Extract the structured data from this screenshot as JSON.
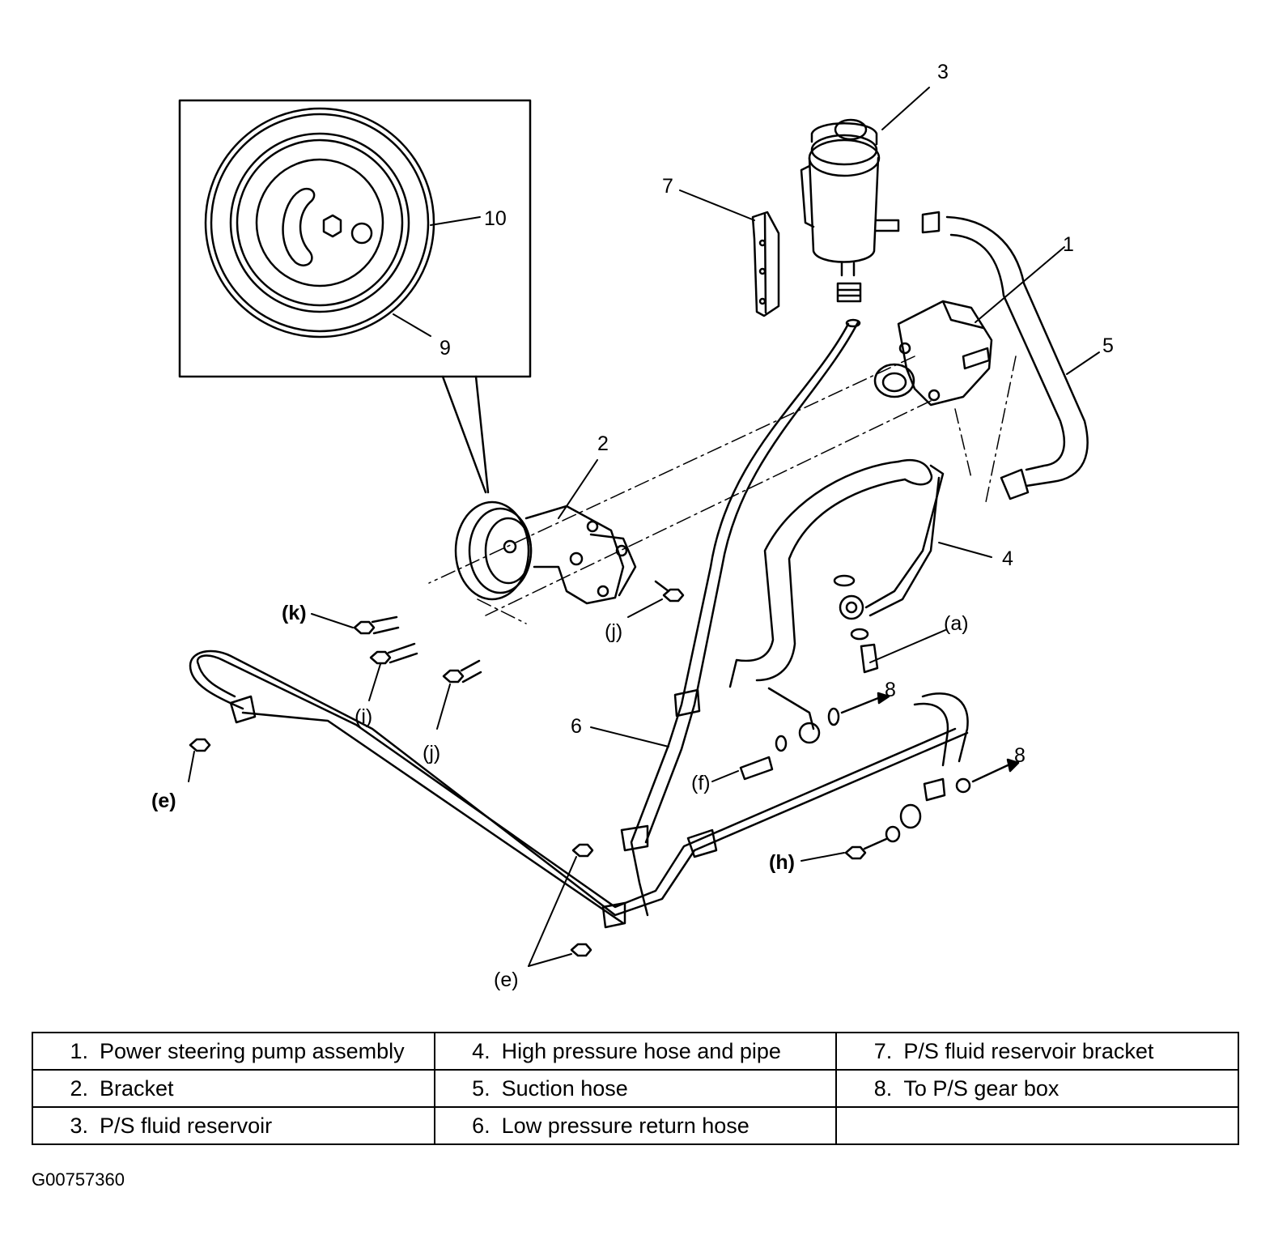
{
  "callouts": {
    "n1": "1",
    "n2": "2",
    "n3": "3",
    "n4": "4",
    "n5": "5",
    "n6": "6",
    "n7": "7",
    "n8a": "8",
    "n8b": "8",
    "n9": "9",
    "n10": "10",
    "a": "(a)",
    "e1": "(e)",
    "e2": "(e)",
    "f": "(f)",
    "h": "(h)",
    "i": "(i)",
    "j1": "(j)",
    "j2": "(j)",
    "k": "(k)"
  },
  "legend": {
    "rows": [
      [
        {
          "num": "1.",
          "text": "Power steering pump assembly"
        },
        {
          "num": "4.",
          "text": "High pressure hose and pipe"
        },
        {
          "num": "7.",
          "text": "P/S fluid reservoir bracket"
        }
      ],
      [
        {
          "num": "2.",
          "text": "Bracket"
        },
        {
          "num": "5.",
          "text": "Suction hose"
        },
        {
          "num": "8.",
          "text": "To P/S gear box"
        }
      ],
      [
        {
          "num": "3.",
          "text": "P/S fluid reservoir"
        },
        {
          "num": "6.",
          "text": "Low pressure return hose"
        },
        {
          "num": "",
          "text": ""
        }
      ]
    ]
  },
  "figure_code": "G00757360"
}
